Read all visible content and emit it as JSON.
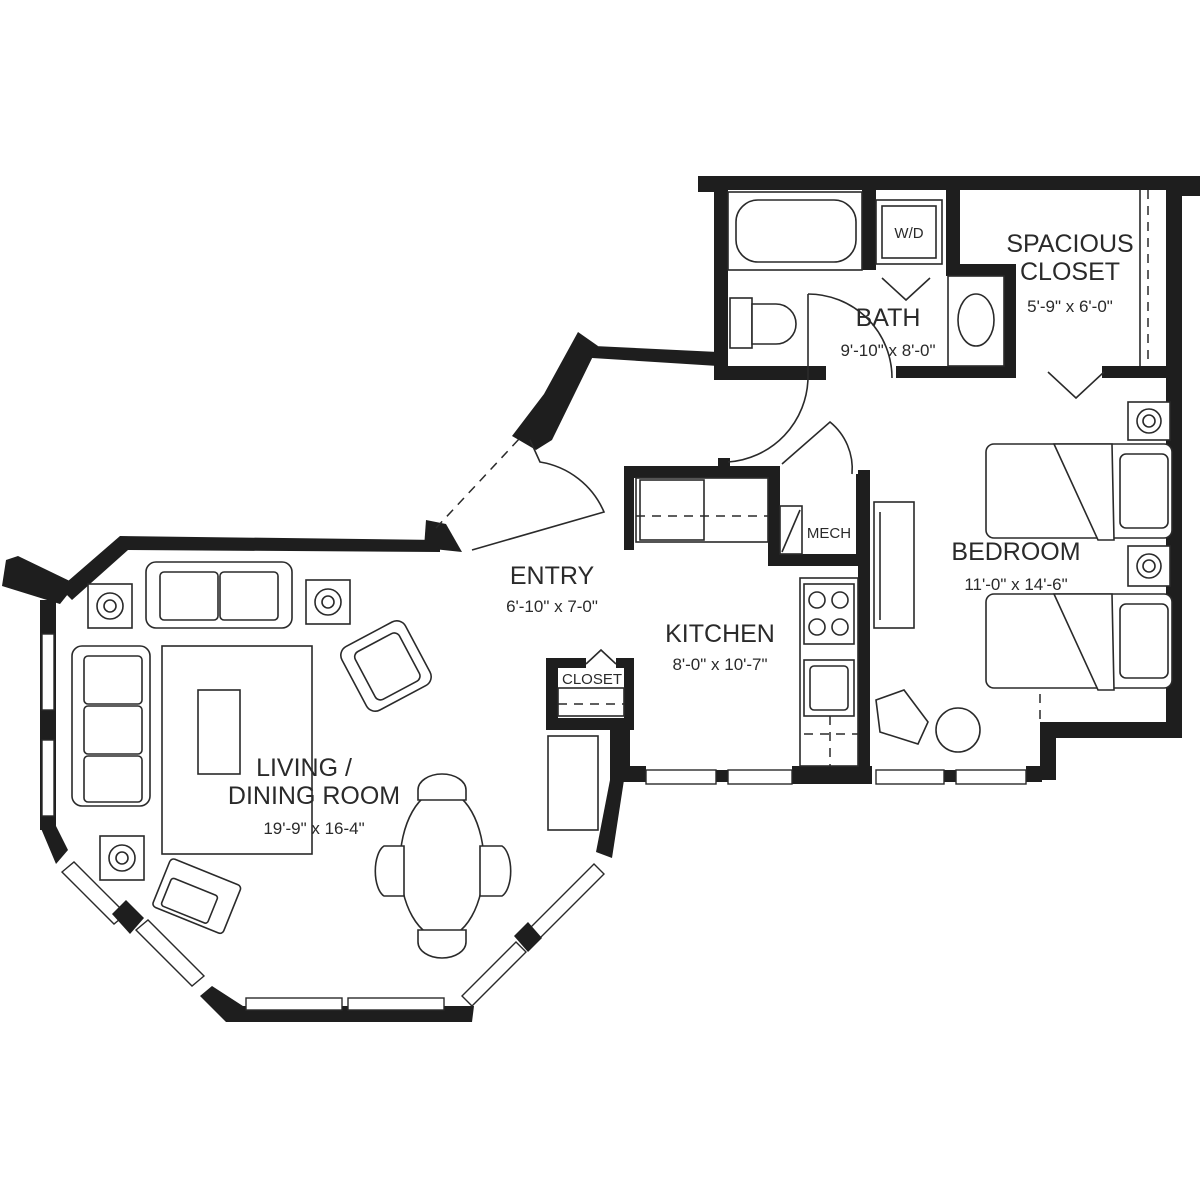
{
  "plan": {
    "rooms": [
      {
        "id": "living",
        "name_line1": "LIVING /",
        "name_line2": "DINING ROOM",
        "dimensions": "19'-9\" x 16-4\""
      },
      {
        "id": "entry",
        "name": "ENTRY",
        "dimensions": "6'-10\" x 7-0\""
      },
      {
        "id": "kitchen",
        "name": "KITCHEN",
        "dimensions": "8'-0\" x 10'-7\""
      },
      {
        "id": "bath",
        "name": "BATH",
        "dimensions": "9'-10\" x 8'-0\""
      },
      {
        "id": "closet_big",
        "name_line1": "SPACIOUS",
        "name_line2": "CLOSET",
        "dimensions": "5'-9\" x 6'-0\""
      },
      {
        "id": "bedroom",
        "name": "BEDROOM",
        "dimensions": "11'-0\" x 14'-6\""
      }
    ],
    "labels": {
      "washer_dryer": "W/D",
      "mechanical": "MECH",
      "closet": "CLOSET"
    }
  }
}
